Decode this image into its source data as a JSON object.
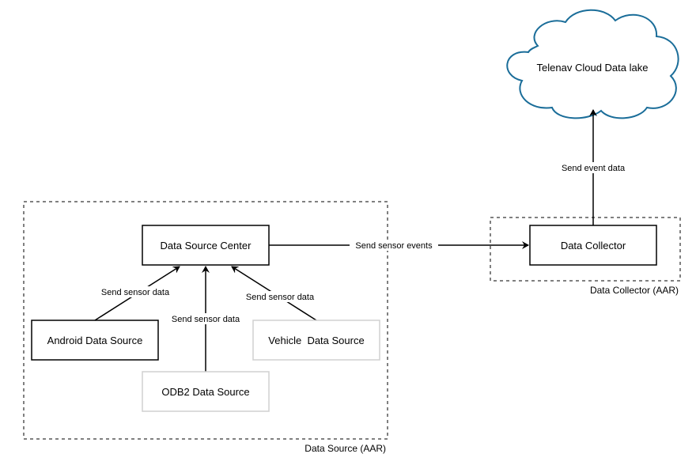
{
  "groups": {
    "data_source": "Data Source (AAR)",
    "data_collector": "Data Collector (AAR)"
  },
  "nodes": {
    "cloud": "Telenav Cloud Data lake",
    "data_source_center": "Data Source Center",
    "data_collector": "Data Collector",
    "android": "Android Data Source",
    "vehicle": "Vehicle  Data Source",
    "odb2": "ODB2 Data Source"
  },
  "edges": {
    "send_event_data": "Send event data",
    "send_sensor_events": "Send sensor events",
    "android_to_center": "Send sensor data",
    "odb2_to_center": "Send sensor data",
    "vehicle_to_center": "Send sensor data"
  },
  "colors": {
    "cloud_stroke": "#1a6d99",
    "solid_stroke": "#000000",
    "faded_stroke": "#d0d0d0"
  }
}
